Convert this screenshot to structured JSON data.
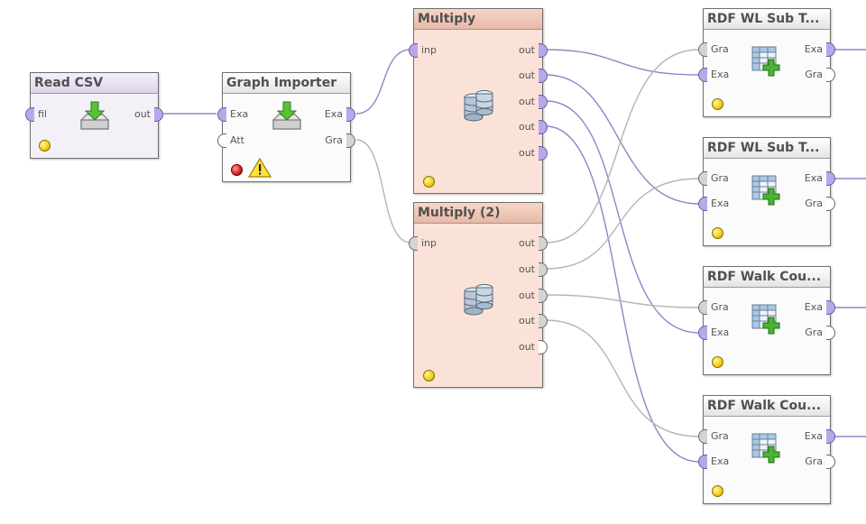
{
  "operators": {
    "read_csv": {
      "title": "Read CSV",
      "inputs": [
        "fil"
      ],
      "outputs": [
        "out"
      ]
    },
    "graph_importer": {
      "title": "Graph Importer",
      "inputs": [
        "Exa",
        "Att"
      ],
      "outputs": [
        "Exa",
        "Gra"
      ]
    },
    "multiply": {
      "title": "Multiply",
      "inputs": [
        "inp"
      ],
      "outputs": [
        "out",
        "out",
        "out",
        "out",
        "out"
      ]
    },
    "multiply_2": {
      "title": "Multiply (2)",
      "inputs": [
        "inp"
      ],
      "outputs": [
        "out",
        "out",
        "out",
        "out",
        "out"
      ]
    },
    "rdf_wl_sub_1": {
      "title": "RDF WL Sub T...",
      "inputs": [
        "Gra",
        "Exa"
      ],
      "outputs": [
        "Exa",
        "Gra"
      ]
    },
    "rdf_wl_sub_2": {
      "title": "RDF WL Sub T...",
      "inputs": [
        "Gra",
        "Exa"
      ],
      "outputs": [
        "Exa",
        "Gra"
      ]
    },
    "rdf_walk_1": {
      "title": "RDF Walk Cou...",
      "inputs": [
        "Gra",
        "Exa"
      ],
      "outputs": [
        "Exa",
        "Gra"
      ]
    },
    "rdf_walk_2": {
      "title": "RDF Walk Cou...",
      "inputs": [
        "Gra",
        "Exa"
      ],
      "outputs": [
        "Exa",
        "Gra"
      ]
    }
  },
  "icons": {
    "import": "import-arrow-icon",
    "database": "database-icon",
    "table_add": "table-add-icon",
    "status_ok": "status-bulb-icon",
    "error": "error-icon",
    "warning": "warning-icon"
  },
  "colors": {
    "example_port": "#b9a8e8",
    "graph_port": "#d4d4d4",
    "example_wire": "#8f86c6",
    "graph_wire": "#b4b4b4",
    "multiply_bg": "#fbe2d8"
  }
}
